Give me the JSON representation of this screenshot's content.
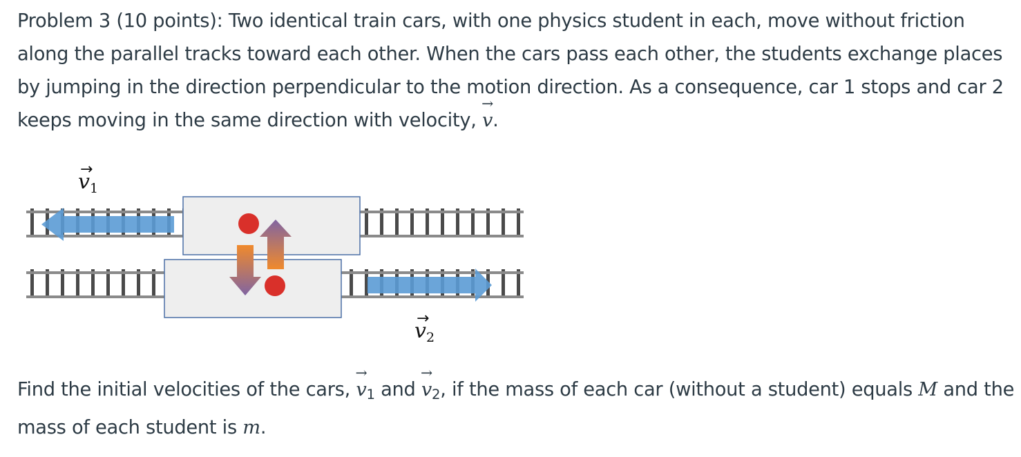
{
  "problem": {
    "intro_lead": "Problem 3 (10 points): Two identical train cars, with one physics student in each, move without friction along the parallel tracks toward each other. When the cars pass each other, the students exchange places by jumping in the direction perpendicular to the motion direction. As a consequence, car 1 stops and car 2 keeps moving in the same direction with velocity,",
    "intro_velocity_symbol": "v",
    "intro_end": ".",
    "question_part1": "Find the initial velocities of the cars,",
    "question_v": "v",
    "question_sub1": "1",
    "question_and": "and",
    "question_sub2": "2",
    "question_part2": ", if the mass of each car (without a student) equals",
    "question_mass_car": "M",
    "question_part3": "and the mass of each student is",
    "question_mass_student": "m",
    "question_end": "."
  },
  "figure": {
    "label_v1_symbol": "v",
    "label_v1_sub": "1",
    "label_v2_symbol": "v",
    "label_v2_sub": "2",
    "colors": {
      "velocity_arrow": "#5b9bd5",
      "student": "#d9302a",
      "car_fill": "#eeeeee",
      "car_border": "#4a6fa5",
      "jump_arrow_top": "#8064a2",
      "jump_arrow_bottom": "#f08a2c",
      "rail": "#8a8a8a",
      "tie": "#4a4a4a"
    }
  }
}
